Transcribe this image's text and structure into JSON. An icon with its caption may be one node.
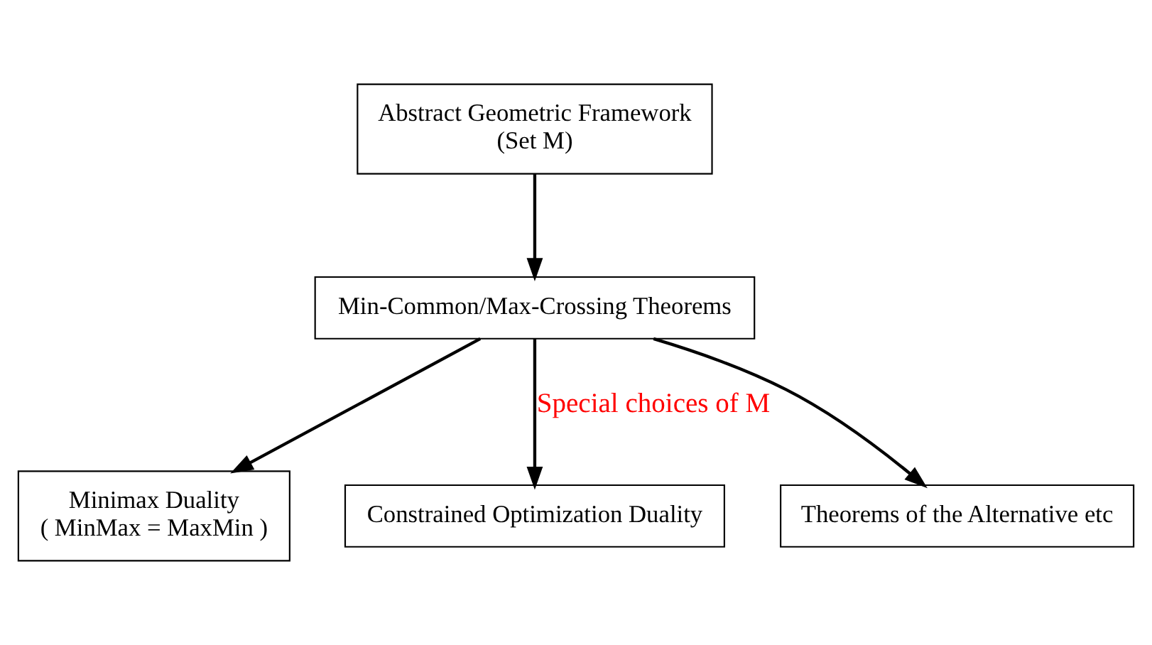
{
  "diagram": {
    "nodes": [
      {
        "text": [
          "Abstract Geometric Framework",
          "(Set M)"
        ]
      },
      {
        "text": [
          "Min-Common/Max-Crossing Theorems"
        ]
      },
      {
        "text": [
          "Minimax Duality",
          "( MinMax = MaxMin )"
        ]
      },
      {
        "text": [
          "Constrained Optimization Duality"
        ]
      },
      {
        "text": [
          "Theorems of the Alternative etc"
        ]
      }
    ],
    "edges": [
      {
        "from": 0,
        "to": 1,
        "arrow": "to"
      },
      {
        "from": 1,
        "to": 2,
        "arrow": "to"
      },
      {
        "from": 1,
        "to": 3,
        "arrow": "to",
        "label": "Special choices of M"
      },
      {
        "from": 1,
        "to": 4,
        "arrow": "to"
      }
    ]
  }
}
